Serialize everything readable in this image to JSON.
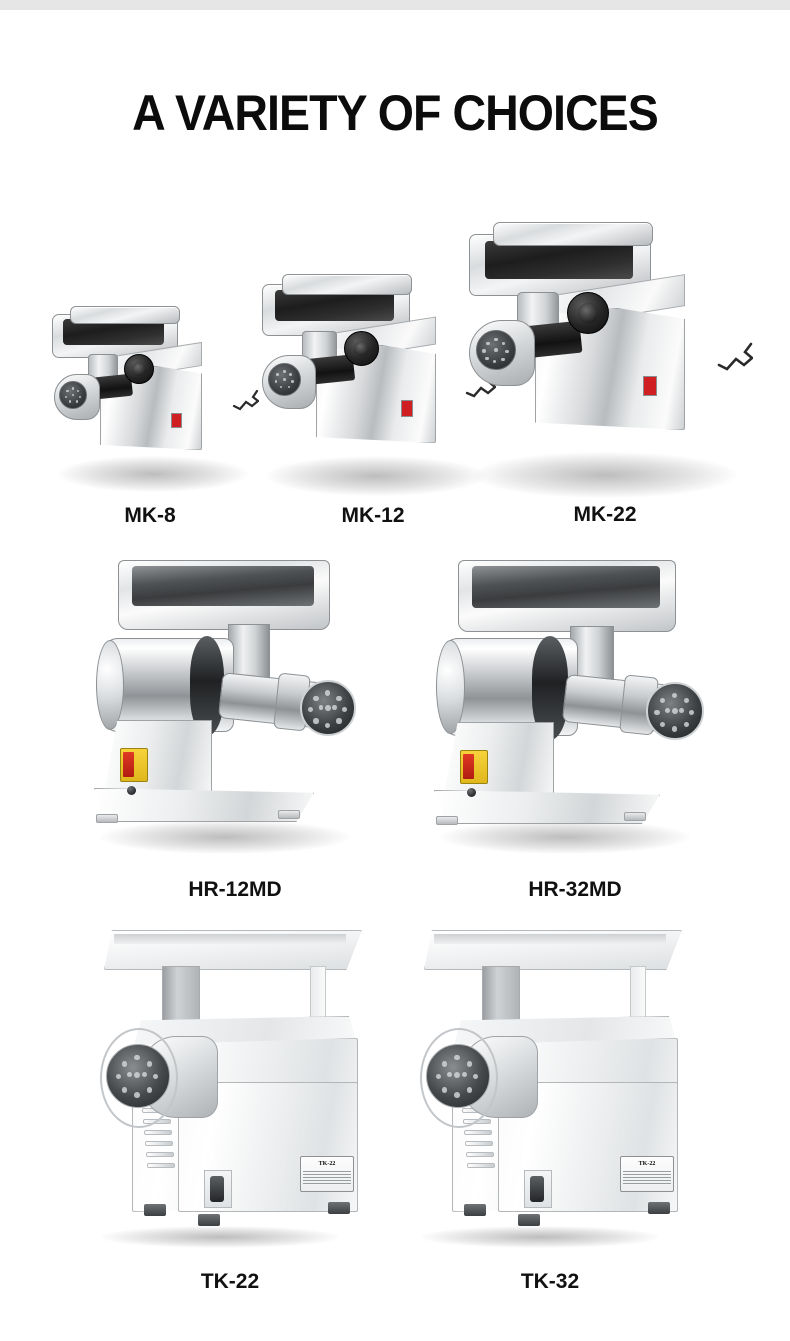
{
  "page": {
    "title": "A VARIETY OF CHOICES",
    "background_color": "#ffffff",
    "top_band_color": "#e6e6e6",
    "title_color": "#0c0c0c"
  },
  "products": [
    {
      "id": "mk-8",
      "label": "MK-8",
      "row": 1,
      "type": "countertop-meat-grinder",
      "body_finish": "stainless-steel",
      "switch_color": "#cf1f22",
      "has_power_cord": true,
      "nameplate_text": ""
    },
    {
      "id": "mk-12",
      "label": "MK-12",
      "row": 1,
      "type": "countertop-meat-grinder",
      "body_finish": "stainless-steel",
      "switch_color": "#cf1f22",
      "has_power_cord": true,
      "nameplate_text": ""
    },
    {
      "id": "mk-22",
      "label": "MK-22",
      "row": 1,
      "type": "countertop-meat-grinder",
      "body_finish": "stainless-steel",
      "switch_color": "#cf1f22",
      "has_power_cord": true,
      "nameplate_text": ""
    },
    {
      "id": "hr-12md",
      "label": "HR-12MD",
      "row": 2,
      "type": "pedestal-meat-grinder",
      "body_finish": "polished-stainless-steel",
      "switch_plate_color": "#f2c91f",
      "switch_button_color": "#d8341f",
      "has_power_cord": false,
      "nameplate_text": ""
    },
    {
      "id": "hr-32md",
      "label": "HR-32MD",
      "row": 2,
      "type": "pedestal-meat-grinder",
      "body_finish": "polished-stainless-steel",
      "switch_plate_color": "#f2c91f",
      "switch_button_color": "#d8341f",
      "has_power_cord": false,
      "nameplate_text": ""
    },
    {
      "id": "tk-22",
      "label": "TK-22",
      "row": 3,
      "type": "boxed-meat-grinder",
      "body_finish": "painted-white",
      "switch_color": "#2b2e30",
      "has_power_cord": false,
      "nameplate_text": "TK-22"
    },
    {
      "id": "tk-32",
      "label": "TK-32",
      "row": 3,
      "type": "boxed-meat-grinder",
      "body_finish": "painted-white",
      "switch_color": "#2b2e30",
      "has_power_cord": false,
      "nameplate_text": "TK-22"
    }
  ]
}
